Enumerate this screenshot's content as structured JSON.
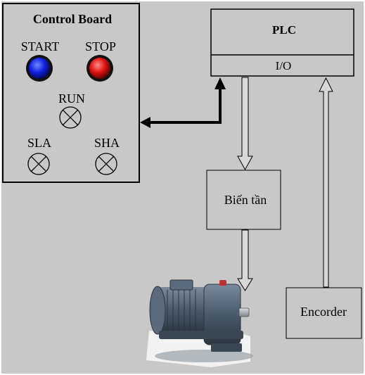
{
  "control_board": {
    "title": "Control Board",
    "start_label": "START",
    "stop_label": "STOP",
    "run_label": "RUN",
    "sla_label": "SLA",
    "sha_label": "SHA"
  },
  "plc": {
    "title": "PLC",
    "io_label": "I/O"
  },
  "inverter": {
    "label": "Biến tần"
  },
  "encoder": {
    "label": "Encorder"
  },
  "colors": {
    "background": "#c8c8c8",
    "start_button": "#1020e0",
    "stop_button": "#e01010",
    "motor_body": "#4a5a6a"
  },
  "icons": {
    "lamp": "cross-circle-lamp-icon",
    "motor": "gear-motor-icon"
  }
}
